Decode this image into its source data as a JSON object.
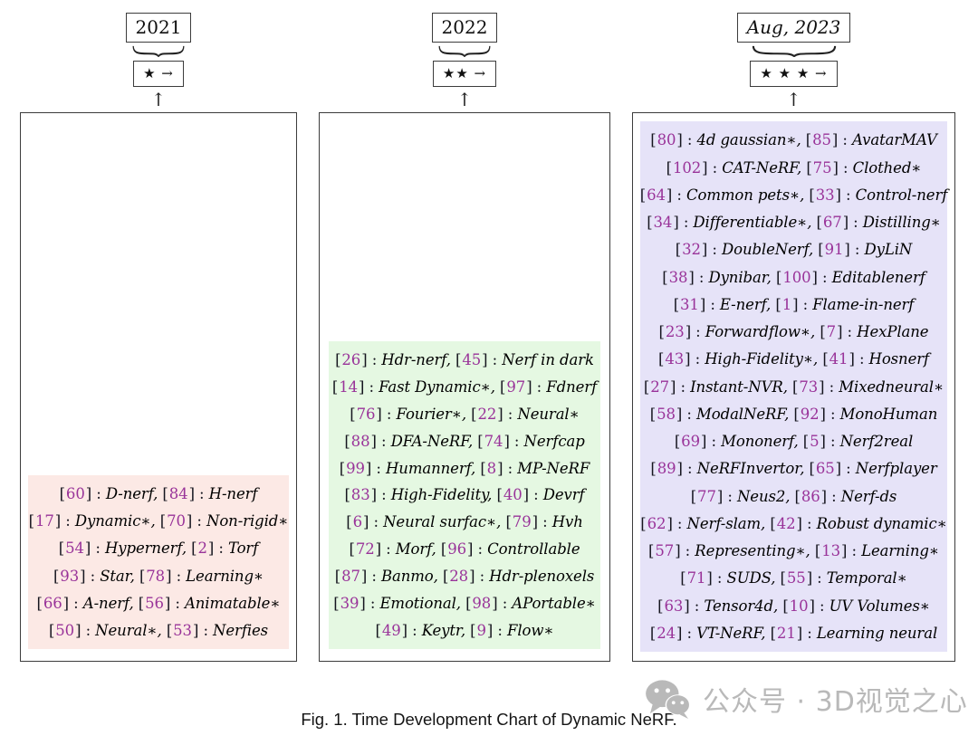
{
  "figure": {
    "caption": "Fig. 1.  Time Development Chart of Dynamic NeRF."
  },
  "watermark": {
    "icon": "wechat-icon",
    "text": "公众号 · 3D视觉之心",
    "color": "#b9b9b9"
  },
  "colors": {
    "ref_number": "#993399",
    "bracket": "#15151e",
    "box_border": "#3c3c3c",
    "block_2021": "#fce9e5",
    "block_2022": "#e5f8e2",
    "block_2023": "#e6e3f8"
  },
  "columns": [
    {
      "year": "2021",
      "stars": "★ →",
      "arrow": "↑",
      "block_color": "#fce9e5",
      "lines": [
        [
          [
            "60",
            "D-nerf"
          ],
          [
            "84",
            "H-nerf"
          ]
        ],
        [
          [
            "17",
            "Dynamic∗"
          ],
          [
            "70",
            "Non-rigid∗"
          ]
        ],
        [
          [
            "54",
            "Hypernerf"
          ],
          [
            "2",
            "Torf"
          ]
        ],
        [
          [
            "93",
            "Star"
          ],
          [
            "78",
            "Learning∗"
          ]
        ],
        [
          [
            "66",
            "A-nerf"
          ],
          [
            "56",
            "Animatable∗"
          ]
        ],
        [
          [
            "50",
            "Neural∗"
          ],
          [
            "53",
            "Nerfies"
          ]
        ]
      ]
    },
    {
      "year": "2022",
      "stars": "★★ →",
      "arrow": "↑",
      "block_color": "#e5f8e2",
      "lines": [
        [
          [
            "26",
            "Hdr-nerf"
          ],
          [
            "45",
            "Nerf in dark"
          ]
        ],
        [
          [
            "14",
            "Fast Dynamic∗"
          ],
          [
            "97",
            "Fdnerf"
          ]
        ],
        [
          [
            "76",
            "Fourier∗"
          ],
          [
            "22",
            "Neural∗"
          ]
        ],
        [
          [
            "88",
            "DFA-NeRF"
          ],
          [
            "74",
            "Nerfcap"
          ]
        ],
        [
          [
            "99",
            "Humannerf"
          ],
          [
            "8",
            "MP-NeRF"
          ]
        ],
        [
          [
            "83",
            "High-Fidelity"
          ],
          [
            "40",
            "Devrf"
          ]
        ],
        [
          [
            "6",
            "Neural surfac∗"
          ],
          [
            "79",
            "Hvh"
          ]
        ],
        [
          [
            "72",
            "Morf"
          ],
          [
            "96",
            "Controllable"
          ]
        ],
        [
          [
            "87",
            "Banmo"
          ],
          [
            "28",
            "Hdr-plenoxels"
          ]
        ],
        [
          [
            "39",
            "Emotional"
          ],
          [
            "98",
            "APortable∗"
          ]
        ],
        [
          [
            "49",
            "Keytr"
          ],
          [
            "9",
            "Flow∗"
          ]
        ]
      ]
    },
    {
      "year": "Aug, 2023",
      "stars": "★ ★ ★ →",
      "arrow": "↑",
      "block_color": "#e6e3f8",
      "lines": [
        [
          [
            "80",
            "4d gaussian∗"
          ],
          [
            "85",
            "AvatarMAV"
          ]
        ],
        [
          [
            "102",
            "CAT-NeRF"
          ],
          [
            "75",
            "Clothed∗"
          ]
        ],
        [
          [
            "64",
            "Common pets∗"
          ],
          [
            "33",
            "Control-nerf"
          ]
        ],
        [
          [
            "34",
            "Differentiable∗"
          ],
          [
            "67",
            "Distilling∗"
          ]
        ],
        [
          [
            "32",
            "DoubleNerf"
          ],
          [
            "91",
            "DyLiN"
          ]
        ],
        [
          [
            "38",
            "Dynibar"
          ],
          [
            "100",
            "Editablenerf"
          ]
        ],
        [
          [
            "31",
            "E-nerf"
          ],
          [
            "1",
            "Flame-in-nerf"
          ]
        ],
        [
          [
            "23",
            "Forwardflow∗"
          ],
          [
            "7",
            "HexPlane"
          ]
        ],
        [
          [
            "43",
            "High-Fidelity∗"
          ],
          [
            "41",
            "Hosnerf"
          ]
        ],
        [
          [
            "27",
            "Instant-NVR"
          ],
          [
            "73",
            "Mixedneural∗"
          ]
        ],
        [
          [
            "58",
            "ModalNeRF"
          ],
          [
            "92",
            "MonoHuman"
          ]
        ],
        [
          [
            "69",
            "Mononerf"
          ],
          [
            "5",
            "Nerf2real"
          ]
        ],
        [
          [
            "89",
            "NeRFInvertor"
          ],
          [
            "65",
            "Nerfplayer"
          ]
        ],
        [
          [
            "77",
            "Neus2"
          ],
          [
            "86",
            "Nerf-ds"
          ]
        ],
        [
          [
            "62",
            "Nerf-slam"
          ],
          [
            "42",
            "Robust dynamic∗"
          ]
        ],
        [
          [
            "57",
            "Representing∗"
          ],
          [
            "13",
            "Learning∗"
          ]
        ],
        [
          [
            "71",
            "SUDS"
          ],
          [
            "55",
            "Temporal∗"
          ]
        ],
        [
          [
            "63",
            "Tensor4d"
          ],
          [
            "10",
            "UV Volumes∗"
          ]
        ],
        [
          [
            "24",
            "VT-NeRF"
          ],
          [
            "21",
            "Learning neural"
          ]
        ]
      ]
    }
  ]
}
